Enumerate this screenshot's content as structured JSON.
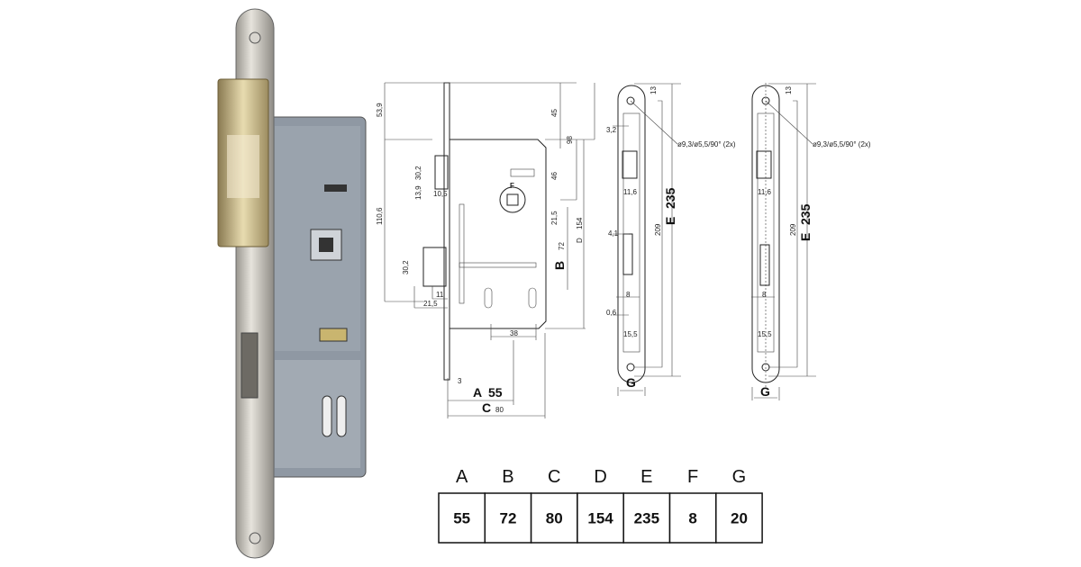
{
  "front_view": {
    "dims": {
      "d53_9": "53,9",
      "d110_6": "110,6",
      "d30_2a": "30,2",
      "d13_9": "13,9",
      "d10_5": "10,5",
      "d30_2b": "30,2",
      "d11": "11",
      "d21_5a": "21,5",
      "d45a": "45",
      "d98": "98",
      "d46": "46",
      "d21_5b": "21,5",
      "d38": "38",
      "d3": "3",
      "F": "F"
    },
    "A_label": "A",
    "A_value": "55",
    "B_label": "B",
    "B_value": "72",
    "C_label": "C",
    "C_value": "80",
    "D_label": "D",
    "D_value": "154"
  },
  "side_view_1": {
    "d13": "13",
    "d3_2": "3,2",
    "d11_6": "11,6",
    "d4_1": "4,1",
    "d8": "8",
    "d0_6": "0,6",
    "d15_5": "15,5",
    "d209": "209",
    "E_label": "E",
    "E_value": "235",
    "G_label": "G",
    "hole_note": "ø9,3/ø5,5/90° (2x)"
  },
  "side_view_2": {
    "d13": "13",
    "d11_6": "11,6",
    "d8": "8",
    "d15_5": "15,5",
    "d209": "209",
    "E_label": "E",
    "E_value": "235",
    "G_label": "G",
    "hole_note": "ø9,3/ø5,5/90° (2x)"
  },
  "dimension_table": {
    "headers": [
      "A",
      "B",
      "C",
      "D",
      "E",
      "F",
      "G"
    ],
    "values": [
      "55",
      "72",
      "80",
      "154",
      "235",
      "8",
      "20"
    ]
  }
}
